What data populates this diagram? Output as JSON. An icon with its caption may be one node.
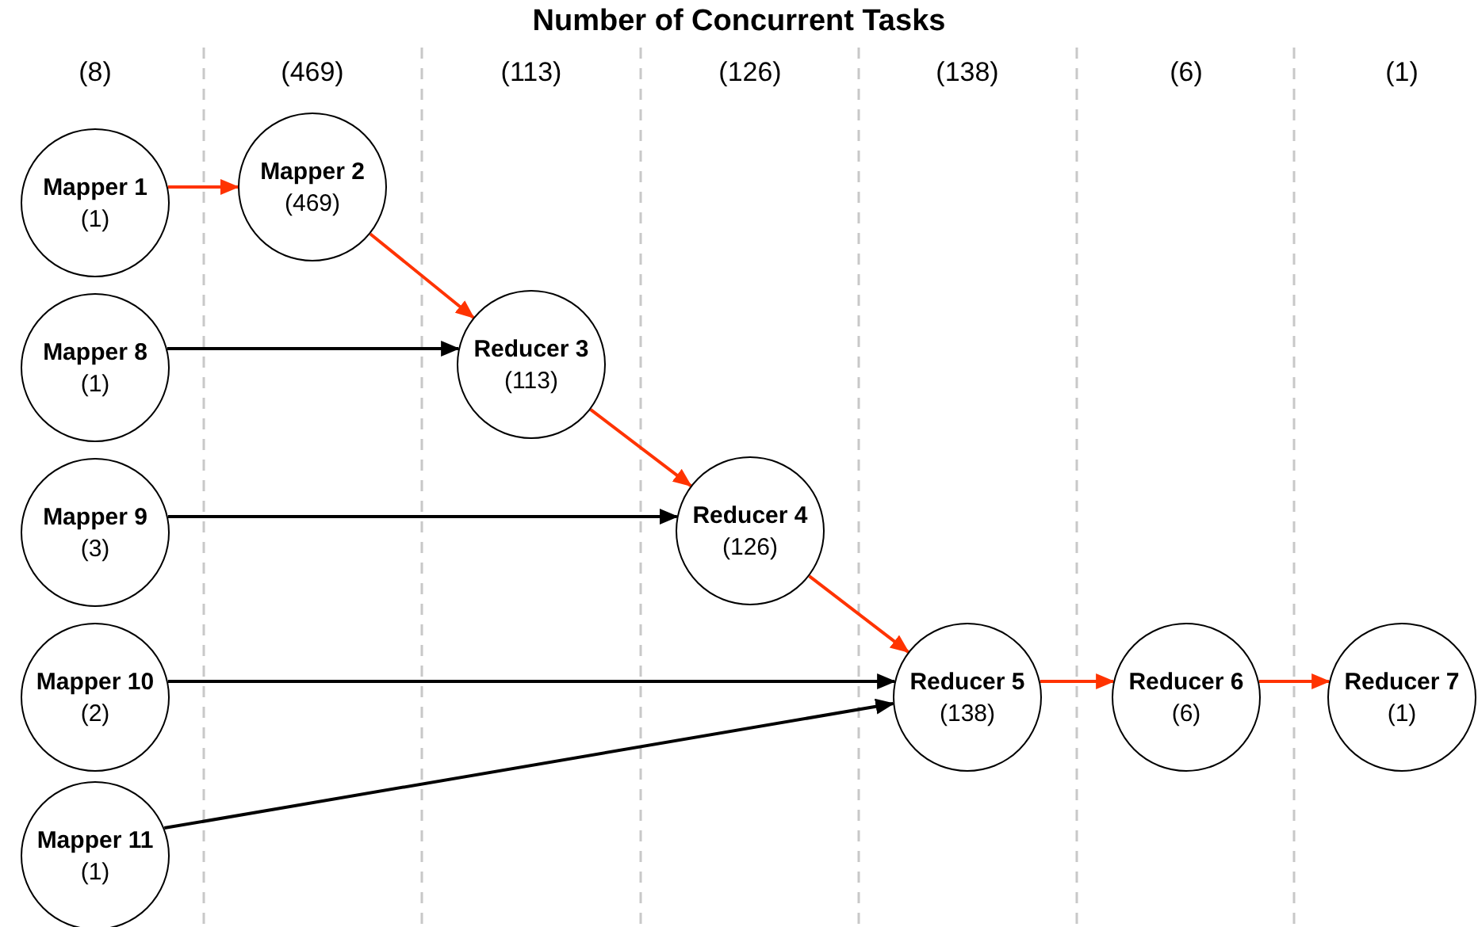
{
  "diagram": {
    "title": "Number of Concurrent Tasks",
    "nodes": [
      {
        "text": [
          "Mapper 1",
          "(1)"
        ]
      },
      {
        "text": [
          "Mapper 2",
          "(469)"
        ]
      },
      {
        "text": [
          "Mapper 8",
          "(1)"
        ]
      },
      {
        "text": [
          "Reducer 3",
          "(113)"
        ]
      },
      {
        "text": [
          "Mapper 9",
          "(3)"
        ]
      },
      {
        "text": [
          "Reducer 4",
          "(126)"
        ]
      },
      {
        "text": [
          "Mapper 10",
          "(2)"
        ]
      },
      {
        "text": [
          "Reducer 5",
          "(138)"
        ]
      },
      {
        "text": [
          "Reducer 6",
          "(6)"
        ]
      },
      {
        "text": [
          "Reducer 7",
          "(1)"
        ]
      },
      {
        "text": [
          "Mapper 11",
          "(1)"
        ]
      }
    ],
    "edges": [
      {
        "from": 0,
        "to": 1,
        "arrow": "to"
      },
      {
        "from": 1,
        "to": 3,
        "arrow": "to"
      },
      {
        "from": 2,
        "to": 3,
        "arrow": "to",
        "color": "#000000"
      },
      {
        "from": 3,
        "to": 5,
        "arrow": "to"
      },
      {
        "from": 4,
        "to": 5,
        "arrow": "to",
        "color": "#000000"
      },
      {
        "from": 5,
        "to": 7,
        "arrow": "to"
      },
      {
        "from": 6,
        "to": 7,
        "arrow": "to",
        "color": "#000000"
      },
      {
        "from": 10,
        "to": 7,
        "arrow": "to",
        "color": "#000000"
      },
      {
        "from": 7,
        "to": 8,
        "arrow": "to"
      },
      {
        "from": 8,
        "to": 9,
        "arrow": "to"
      }
    ],
    "labels": [
      "(8)",
      "(469)",
      "(113)",
      "(126)",
      "(138)",
      "(6)",
      "(1)"
    ]
  }
}
